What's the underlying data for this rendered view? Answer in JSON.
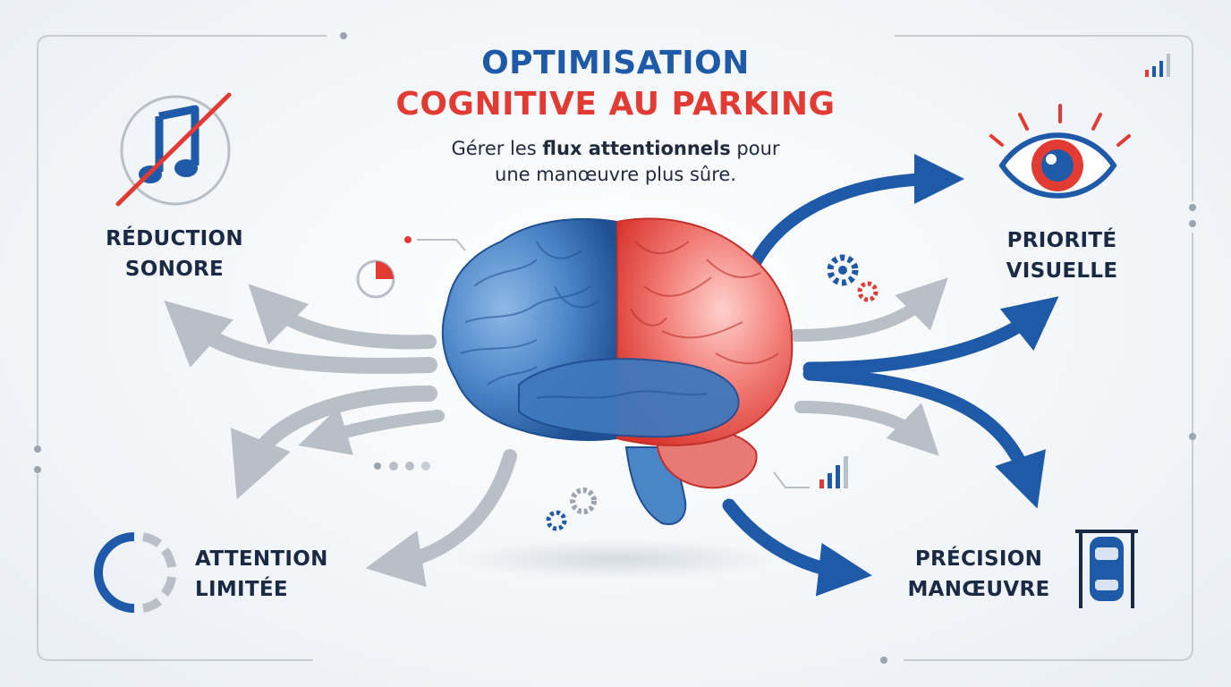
{
  "title": {
    "line1": "OPTIMISATION",
    "line2": "COGNITIVE AU PARKING"
  },
  "subtitle": {
    "line1_prefix": "Gérer les ",
    "line1_bold": "flux attentionnels",
    "line1_suffix": " pour",
    "line2": "une manœuvre plus sûre."
  },
  "nodes": {
    "reduction": {
      "line1": "RÉDUCTION",
      "line2": "SONORE",
      "icon": "muted-music-icon"
    },
    "visual": {
      "line1": "PRIORITÉ",
      "line2": "VISUELLE",
      "icon": "eye-icon"
    },
    "attention": {
      "line1": "ATTENTION",
      "line2": "LIMITÉE",
      "icon": "progress-ring-icon"
    },
    "precision": {
      "line1": "PRÉCISION",
      "line2": "MANŒUVRE",
      "icon": "parked-car-icon"
    }
  },
  "colors": {
    "blue": "#1e5aa8",
    "red": "#e23b34",
    "navy": "#1b2a44",
    "grey_arrow": "#b9bfc7",
    "frame": "#c7cdd5"
  }
}
